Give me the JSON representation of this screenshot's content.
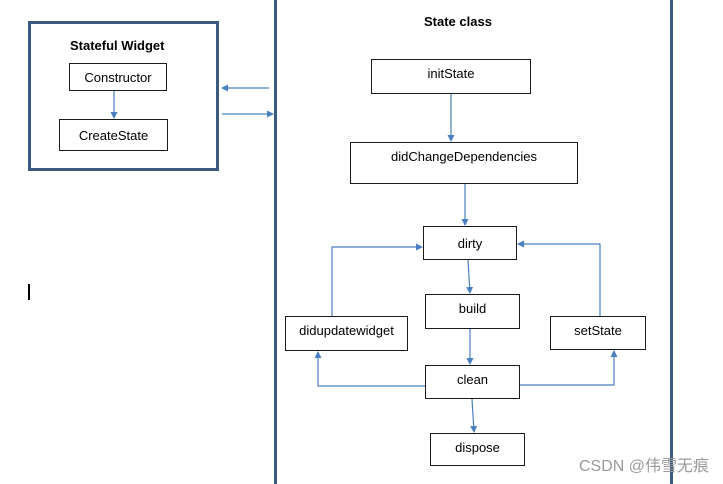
{
  "stateful_widget": {
    "title": "Stateful Widget",
    "constructor_label": "Constructor",
    "createstate_label": "CreateState"
  },
  "state_class": {
    "title": "State class",
    "initstate_label": "initState",
    "didchangedependencies_label": "didChangeDependencies",
    "dirty_label": "dirty",
    "build_label": "build",
    "clean_label": "clean",
    "dispose_label": "dispose",
    "didupdatewidget_label": "didupdatewidget",
    "setstate_label": "setState"
  },
  "watermark": "CSDN @伟雪无痕",
  "colors": {
    "panel_border": "#3b5a80",
    "arrow": "#4a7fbf",
    "box_border": "#1a1a1a"
  }
}
